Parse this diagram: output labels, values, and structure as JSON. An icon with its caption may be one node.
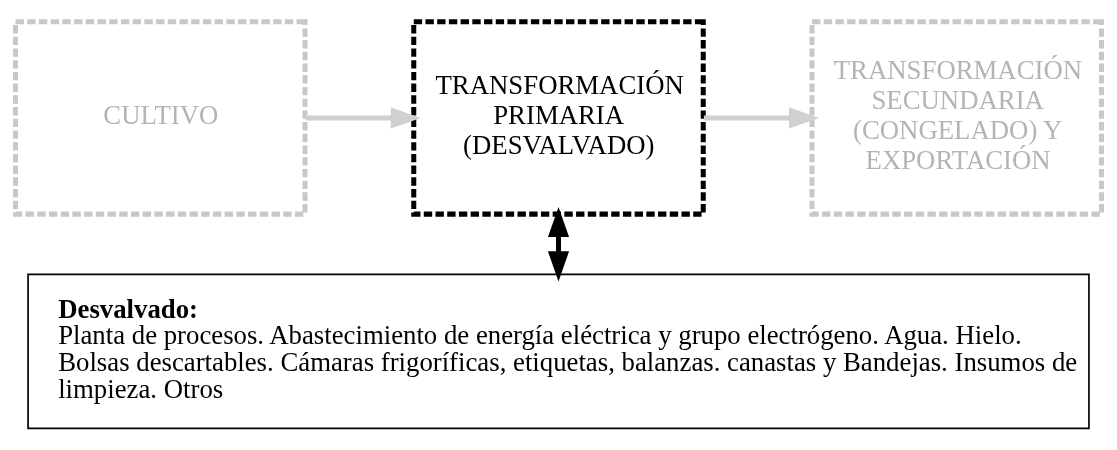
{
  "diagram": {
    "nodes": [
      {
        "text": [
          "CULTIVO"
        ]
      },
      {
        "text": [
          "TRANSFORMACIÓN PRIMARIA (DESVALVADO)"
        ]
      },
      {
        "text": [
          "TRANSFORMACIÓN SECUNDARIA (CONGELADO) Y EXPORTACIÓN"
        ]
      },
      {
        "text": [
          "Desvalvado:",
          "Planta de procesos. Abastecimiento de energía eléctrica y grupo electrógeno. Agua. Hielo. Bolsas descartables. Cámaras frigoríficas, etiquetas, balanzas. canastas y Bandejas. Insumos de limpieza. Otros"
        ]
      }
    ],
    "edges": [
      {
        "from": 0,
        "to": 1,
        "arrow": "to"
      },
      {
        "from": 1,
        "to": 2,
        "arrow": "to"
      },
      {
        "from": 1,
        "to": 3,
        "arrow": "both",
        "color": "#000000"
      }
    ]
  }
}
